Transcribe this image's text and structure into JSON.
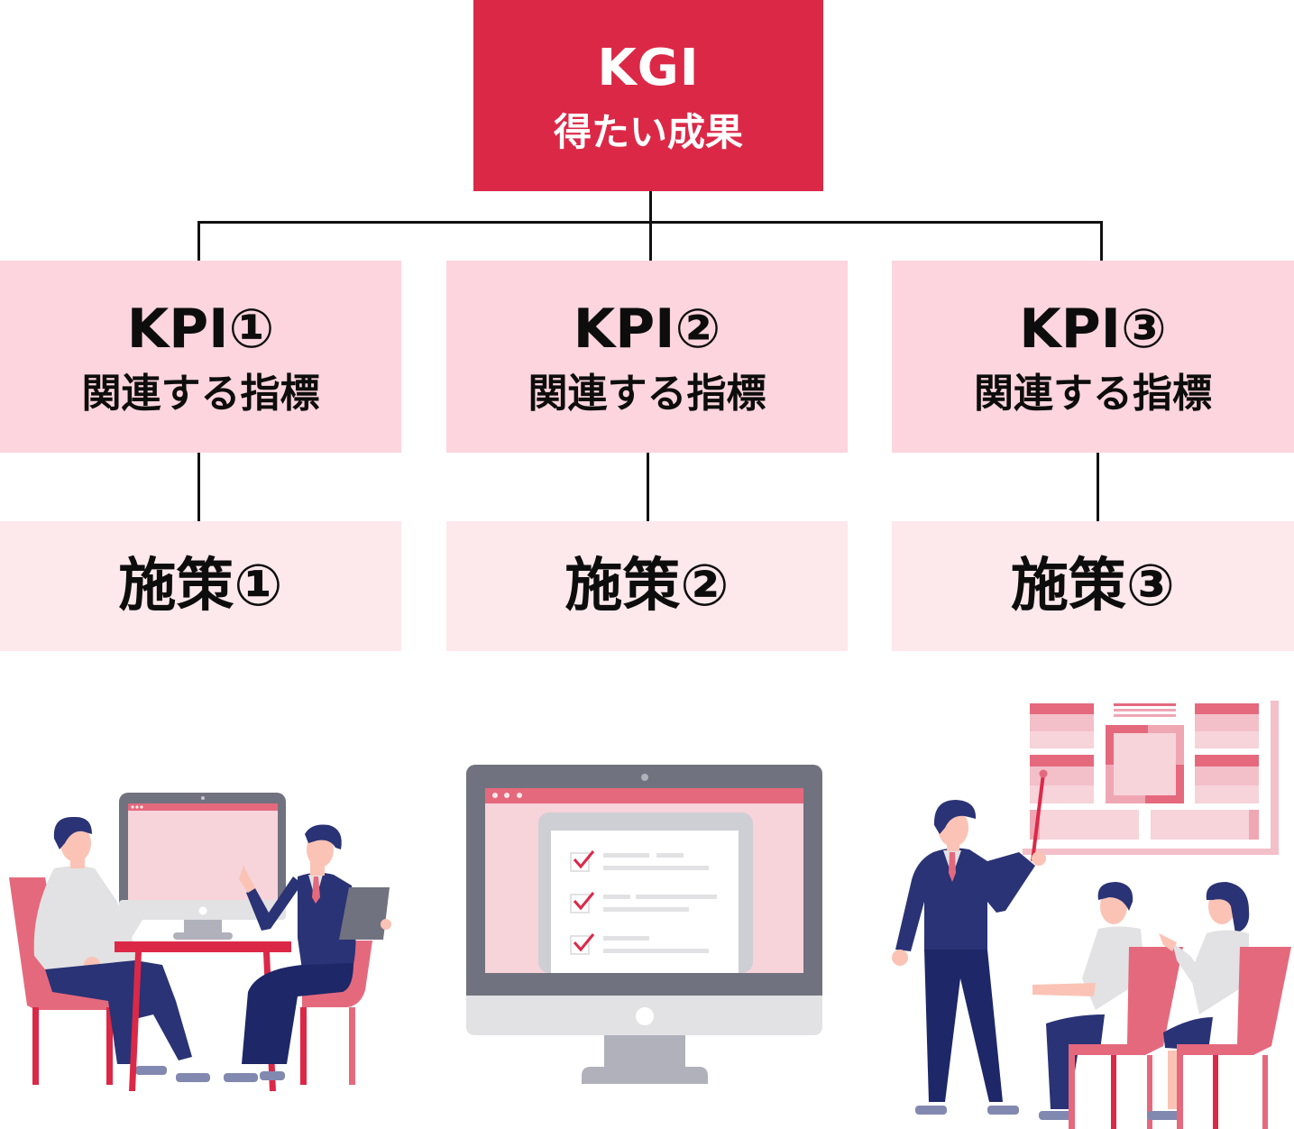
{
  "kgi": {
    "title": "KGI",
    "subtitle": "得たい成果",
    "color": "#dc2847"
  },
  "kpis": [
    {
      "title": "KPI①",
      "subtitle": "関連する指標"
    },
    {
      "title": "KPI②",
      "subtitle": "関連する指標"
    },
    {
      "title": "KPI③",
      "subtitle": "関連する指標"
    }
  ],
  "measures": [
    {
      "title": "施策①"
    },
    {
      "title": "施策②"
    },
    {
      "title": "施策③"
    }
  ],
  "colors": {
    "kpi_bg": "#fdd5de",
    "measure_bg": "#fde8ec",
    "connector": "#111111",
    "navy": "#2a3375",
    "chair": "#e5697d",
    "monitor_frame": "#71727f"
  },
  "illustrations": [
    {
      "name": "meeting-at-desk"
    },
    {
      "name": "checklist-monitor"
    },
    {
      "name": "presentation-board"
    }
  ]
}
